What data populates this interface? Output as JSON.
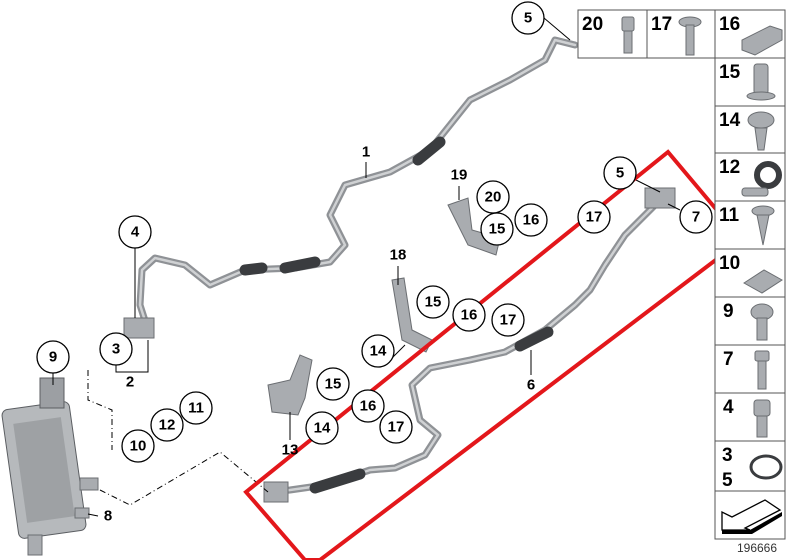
{
  "diagram_id": "196666",
  "callouts": [
    "1",
    "2",
    "3",
    "4",
    "5",
    "5",
    "6",
    "7",
    "8",
    "9",
    "10",
    "11",
    "12",
    "13",
    "14",
    "14",
    "15",
    "15",
    "15",
    "16",
    "16",
    "16",
    "17",
    "17",
    "17",
    "18",
    "19",
    "20"
  ],
  "parts_table": [
    {
      "labels": "20",
      "part": "torx-bolt"
    },
    {
      "labels": "17",
      "part": "hex-flange-bolt"
    },
    {
      "labels": "16",
      "part": "pipe-clip"
    },
    {
      "labels": "15",
      "part": "rivet-nut"
    },
    {
      "labels": "14",
      "part": "expanding-rivet"
    },
    {
      "labels": "12",
      "part": "rubber-clamp"
    },
    {
      "labels": "11",
      "part": "expanding-rivet"
    },
    {
      "labels": "10",
      "part": "clip-nut"
    },
    {
      "labels": "9",
      "part": "button-head-bolt"
    },
    {
      "labels": "7",
      "part": "hex-bolt"
    },
    {
      "labels": "4",
      "part": "socket-head-bolt"
    },
    {
      "labels": "3",
      "part": "o-ring"
    },
    {
      "labels": "5",
      "part": "o-ring"
    }
  ],
  "highlight_color": "#e3171b"
}
